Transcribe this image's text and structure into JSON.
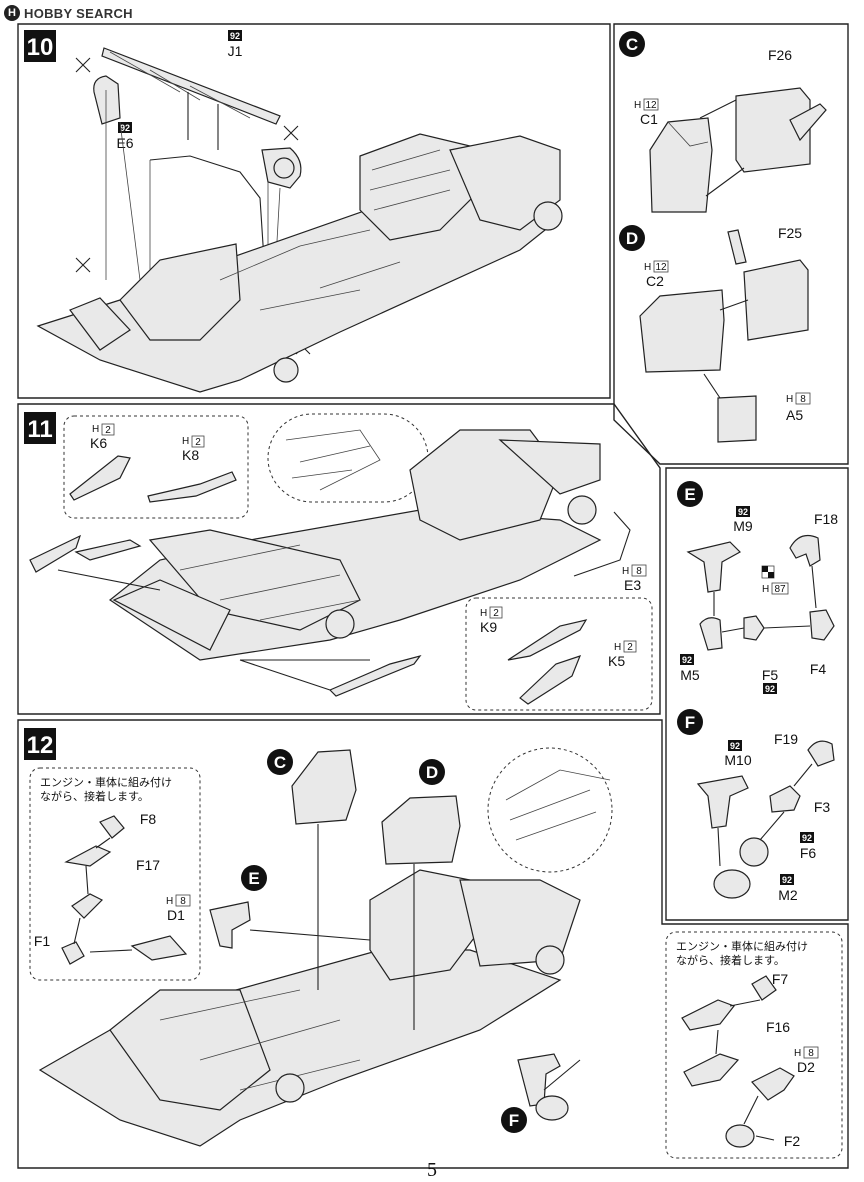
{
  "watermark": {
    "logo": "H",
    "text": "HOBBY SEARCH"
  },
  "page_number": "5",
  "steps": {
    "s10": {
      "num": "10",
      "j1_code": "92",
      "j1": "J1",
      "e6_code": "92",
      "e6": "E6"
    },
    "s11": {
      "num": "11",
      "k6_h": "H",
      "k6_h_num": "2",
      "k6": "K6",
      "k8_h": "H",
      "k8_h_num": "2",
      "k8": "K8",
      "e3_h": "H",
      "e3_h_num": "8",
      "e3": "E3",
      "k9_h": "H",
      "k9_h_num": "2",
      "k9": "K9",
      "k5_h": "H",
      "k5_h_num": "2",
      "k5": "K5"
    },
    "s12": {
      "num": "12",
      "note": [
        "エンジン・車体に組み付け",
        "ながら、接着します。"
      ],
      "f8": "F8",
      "f17": "F17",
      "d1_h": "H",
      "d1_h_num": "8",
      "d1": "D1",
      "f1": "F1",
      "callout_c": "C",
      "callout_d": "D",
      "callout_e": "E",
      "callout_f": "F"
    },
    "s12b": {
      "note": [
        "エンジン・車体に組み付け",
        "ながら、接着します。"
      ],
      "f7": "F7",
      "f16": "F16",
      "d2_h": "H",
      "d2_h_num": "8",
      "d2": "D2",
      "f2": "F2"
    }
  },
  "subassemblies": {
    "c": {
      "letter": "C",
      "f26": "F26",
      "c1_h": "H",
      "c1_h_num": "12",
      "c1": "C1"
    },
    "d": {
      "letter": "D",
      "f25": "F25",
      "c2_h": "H",
      "c2_h_num": "12",
      "c2": "C2",
      "a5_h": "H",
      "a5_h_num": "8",
      "a5": "A5"
    },
    "e": {
      "letter": "E",
      "m9_code": "92",
      "m9": "M9",
      "f18": "F18",
      "f18_h": "H",
      "f18_h_num": "87",
      "m5_code": "92",
      "m5": "M5",
      "f5": "F5",
      "f5_code": "92",
      "f4": "F4"
    },
    "f": {
      "letter": "F",
      "m10_code": "92",
      "m10": "M10",
      "f19": "F19",
      "f3": "F3",
      "f6_code": "92",
      "f6": "F6",
      "m2_code": "92",
      "m2": "M2"
    }
  }
}
